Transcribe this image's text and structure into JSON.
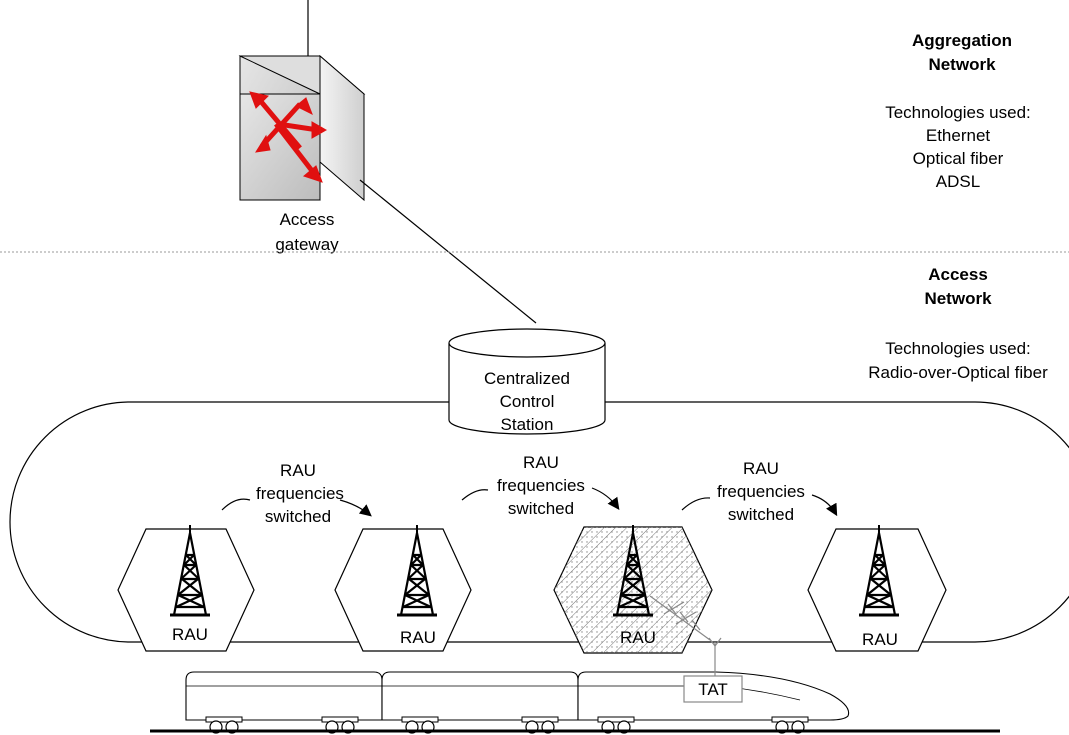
{
  "aggregation": {
    "title_line1": "Aggregation",
    "title_line2": "Network",
    "tech_heading": "Technologies used:",
    "tech_items": [
      "Ethernet",
      "Optical fiber",
      "ADSL"
    ]
  },
  "access": {
    "title_line1": "Access",
    "title_line2": "Network",
    "tech_heading": "Technologies used:",
    "tech_items": [
      "Radio-over-Optical fiber"
    ]
  },
  "gateway": {
    "label_line1": "Access",
    "label_line2": "gateway"
  },
  "control_station": {
    "line1": "Centralized",
    "line2": "Control",
    "line3": "Station"
  },
  "switch_labels": [
    {
      "line1": "RAU",
      "line2": "frequencies",
      "line3": "switched"
    },
    {
      "line1": "RAU",
      "line2": "frequencies",
      "line3": "switched"
    },
    {
      "line1": "RAU",
      "line2": "frequencies",
      "line3": "switched"
    }
  ],
  "cells": [
    {
      "label": "RAU",
      "active": false
    },
    {
      "label": "RAU",
      "active": false
    },
    {
      "label": "RAU",
      "active": true
    },
    {
      "label": "RAU",
      "active": false
    }
  ],
  "train": {
    "terminal_label": "TAT"
  },
  "colors": {
    "arrow_red": "#e01010",
    "box_grey": "#d8d8d8"
  }
}
